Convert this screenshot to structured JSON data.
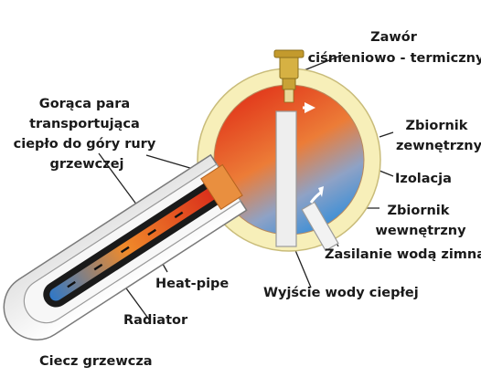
{
  "labels": {
    "valve": [
      "Zawór",
      "ciśnieniowo - termiczny"
    ],
    "steam": [
      "Gorąca para",
      "transportująca",
      "ciepło do góry rury",
      "grzewczej"
    ],
    "outer_tank": [
      "Zbiornik",
      "zewnętrzny"
    ],
    "insulation": "Izolacja",
    "inner_tank": [
      "Zbiornik",
      "wewnętrzny"
    ],
    "cold_supply": "Zasilanie wodą zimną",
    "hot_outlet": "Wyjście wody ciepłej",
    "heat_pipe": "Heat-pipe",
    "radiator": "Radiator",
    "fluid": "Ciecz grzewcza"
  },
  "colors": {
    "insulation": "#f7efb9",
    "tank_hot": "#e8421f",
    "tank_cold": "#3d8fd6",
    "tube_glass": "#f3f3f3",
    "heat_pipe_outer": "#1a1a1a",
    "valve": "#c8a236"
  }
}
